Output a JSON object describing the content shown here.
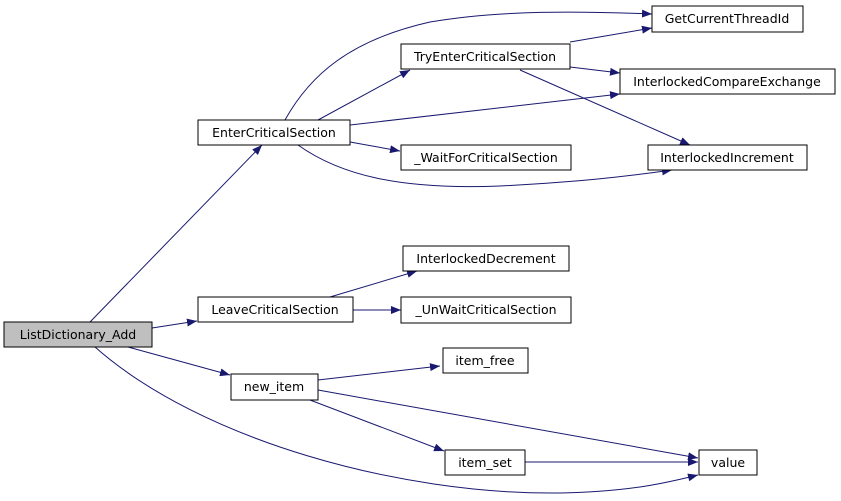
{
  "colors": {
    "edge": "#191970",
    "root_fill": "#bfbfbf",
    "node_fill": "#ffffff",
    "node_border": "#000000"
  },
  "nodes": {
    "list_dictionary_add": "ListDictionary_Add",
    "enter_critical_section": "EnterCriticalSection",
    "try_enter_critical_section": "TryEnterCriticalSection",
    "get_current_thread_id": "GetCurrentThreadId",
    "interlocked_compare_exchange": "InterlockedCompareExchange",
    "interlocked_increment": "InterlockedIncrement",
    "wait_for_critical_section": "_WaitForCriticalSection",
    "interlocked_decrement": "InterlockedDecrement",
    "leave_critical_section": "LeaveCriticalSection",
    "unwait_critical_section": "_UnWaitCriticalSection",
    "new_item": "new_item",
    "item_free": "item_free",
    "item_set": "item_set",
    "value": "value"
  },
  "edges": [
    [
      "list_dictionary_add",
      "enter_critical_section"
    ],
    [
      "list_dictionary_add",
      "leave_critical_section"
    ],
    [
      "list_dictionary_add",
      "new_item"
    ],
    [
      "list_dictionary_add",
      "value"
    ],
    [
      "enter_critical_section",
      "get_current_thread_id"
    ],
    [
      "enter_critical_section",
      "try_enter_critical_section"
    ],
    [
      "enter_critical_section",
      "interlocked_compare_exchange"
    ],
    [
      "enter_critical_section",
      "wait_for_critical_section"
    ],
    [
      "enter_critical_section",
      "interlocked_increment"
    ],
    [
      "try_enter_critical_section",
      "get_current_thread_id"
    ],
    [
      "try_enter_critical_section",
      "interlocked_compare_exchange"
    ],
    [
      "try_enter_critical_section",
      "interlocked_increment"
    ],
    [
      "leave_critical_section",
      "interlocked_decrement"
    ],
    [
      "leave_critical_section",
      "unwait_critical_section"
    ],
    [
      "new_item",
      "item_free"
    ],
    [
      "new_item",
      "item_set"
    ],
    [
      "new_item",
      "value"
    ],
    [
      "item_set",
      "value"
    ]
  ]
}
